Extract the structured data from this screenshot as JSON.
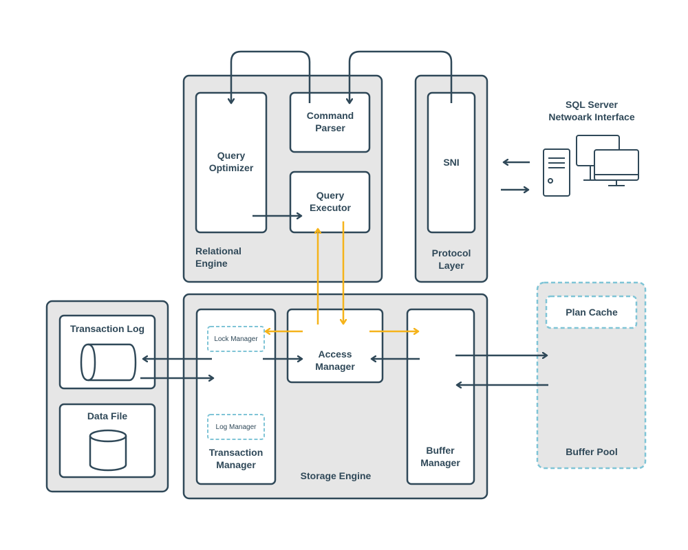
{
  "labels": {
    "command_parser_1": "Command",
    "command_parser_2": "Parser",
    "query_optimizer_1": "Query",
    "query_optimizer_2": "Optimizer",
    "query_executor_1": "Query",
    "query_executor_2": "Executor",
    "relational_engine_1": "Relational",
    "relational_engine_2": "Engine",
    "sni": "SNI",
    "protocol_layer_1": "Protocol",
    "protocol_layer_2": "Layer",
    "sql_server_1": "SQL Server",
    "sql_server_2": "Netwoark Interface",
    "transaction_log": "Transaction Log",
    "data_file": "Data File",
    "lock_manager": "Lock Manager",
    "log_manager": "Log Manager",
    "transaction_manager_1": "Transaction",
    "transaction_manager_2": "Manager",
    "access_manager_1": "Access",
    "access_manager_2": "Manager",
    "buffer_manager_1": "Buffer",
    "buffer_manager_2": "Manager",
    "storage_engine": "Storage Engine",
    "plan_cache": "Plan Cache",
    "buffer_pool": "Buffer Pool"
  },
  "colors": {
    "stroke": "#2f4858",
    "panel_fill": "#e6e6e6",
    "box_fill": "#ffffff",
    "accent_arrow": "#f5b31a",
    "dashed_border": "#7fc4d6"
  },
  "icons": [
    "computer-icon",
    "database-cylinder-icon",
    "log-drum-icon"
  ]
}
